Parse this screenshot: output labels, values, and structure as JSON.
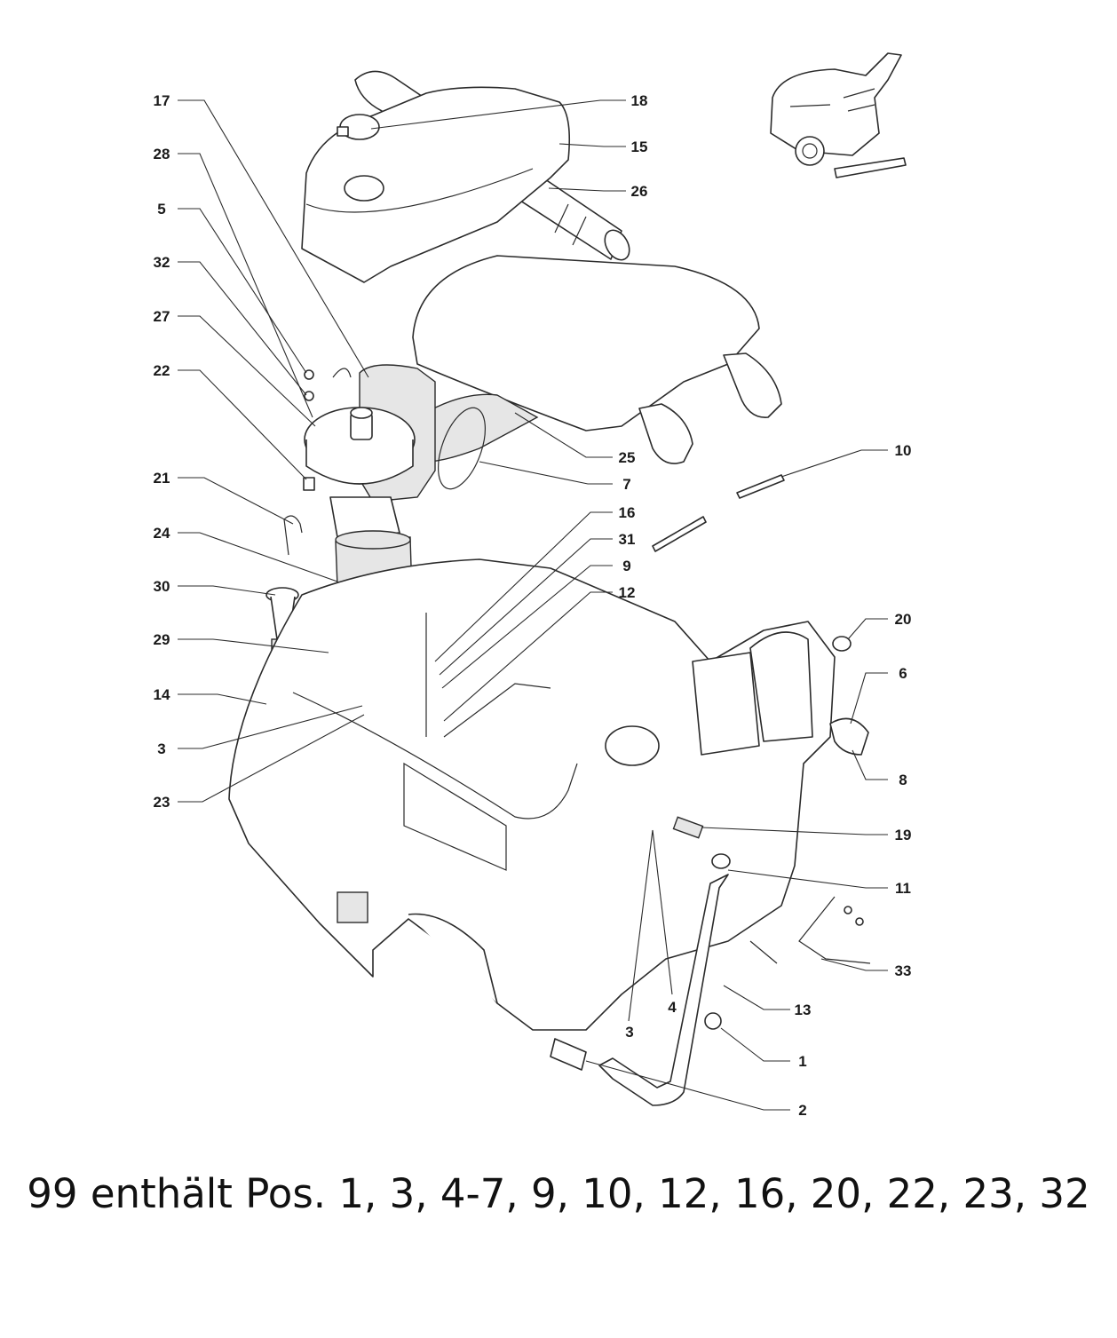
{
  "diagram": {
    "callouts": [
      {
        "id": "17",
        "label": "17"
      },
      {
        "id": "28",
        "label": "28"
      },
      {
        "id": "5",
        "label": "5"
      },
      {
        "id": "32",
        "label": "32"
      },
      {
        "id": "27",
        "label": "27"
      },
      {
        "id": "22",
        "label": "22"
      },
      {
        "id": "21",
        "label": "21"
      },
      {
        "id": "24",
        "label": "24"
      },
      {
        "id": "30",
        "label": "30"
      },
      {
        "id": "29",
        "label": "29"
      },
      {
        "id": "14",
        "label": "14"
      },
      {
        "id": "3a",
        "label": "3"
      },
      {
        "id": "23",
        "label": "23"
      },
      {
        "id": "18",
        "label": "18"
      },
      {
        "id": "15",
        "label": "15"
      },
      {
        "id": "26",
        "label": "26"
      },
      {
        "id": "25",
        "label": "25"
      },
      {
        "id": "7",
        "label": "7"
      },
      {
        "id": "16",
        "label": "16"
      },
      {
        "id": "31",
        "label": "31"
      },
      {
        "id": "9",
        "label": "9"
      },
      {
        "id": "12",
        "label": "12"
      },
      {
        "id": "10",
        "label": "10"
      },
      {
        "id": "20",
        "label": "20"
      },
      {
        "id": "6",
        "label": "6"
      },
      {
        "id": "8",
        "label": "8"
      },
      {
        "id": "19",
        "label": "19"
      },
      {
        "id": "11",
        "label": "11"
      },
      {
        "id": "33",
        "label": "33"
      },
      {
        "id": "13",
        "label": "13"
      },
      {
        "id": "1",
        "label": "1"
      },
      {
        "id": "2",
        "label": "2"
      },
      {
        "id": "3b",
        "label": "3"
      },
      {
        "id": "4",
        "label": "4"
      }
    ]
  },
  "caption": "99 enthält Pos. 1, 3, 4-7, 9, 10, 12, 16, 20, 22, 23, 32"
}
